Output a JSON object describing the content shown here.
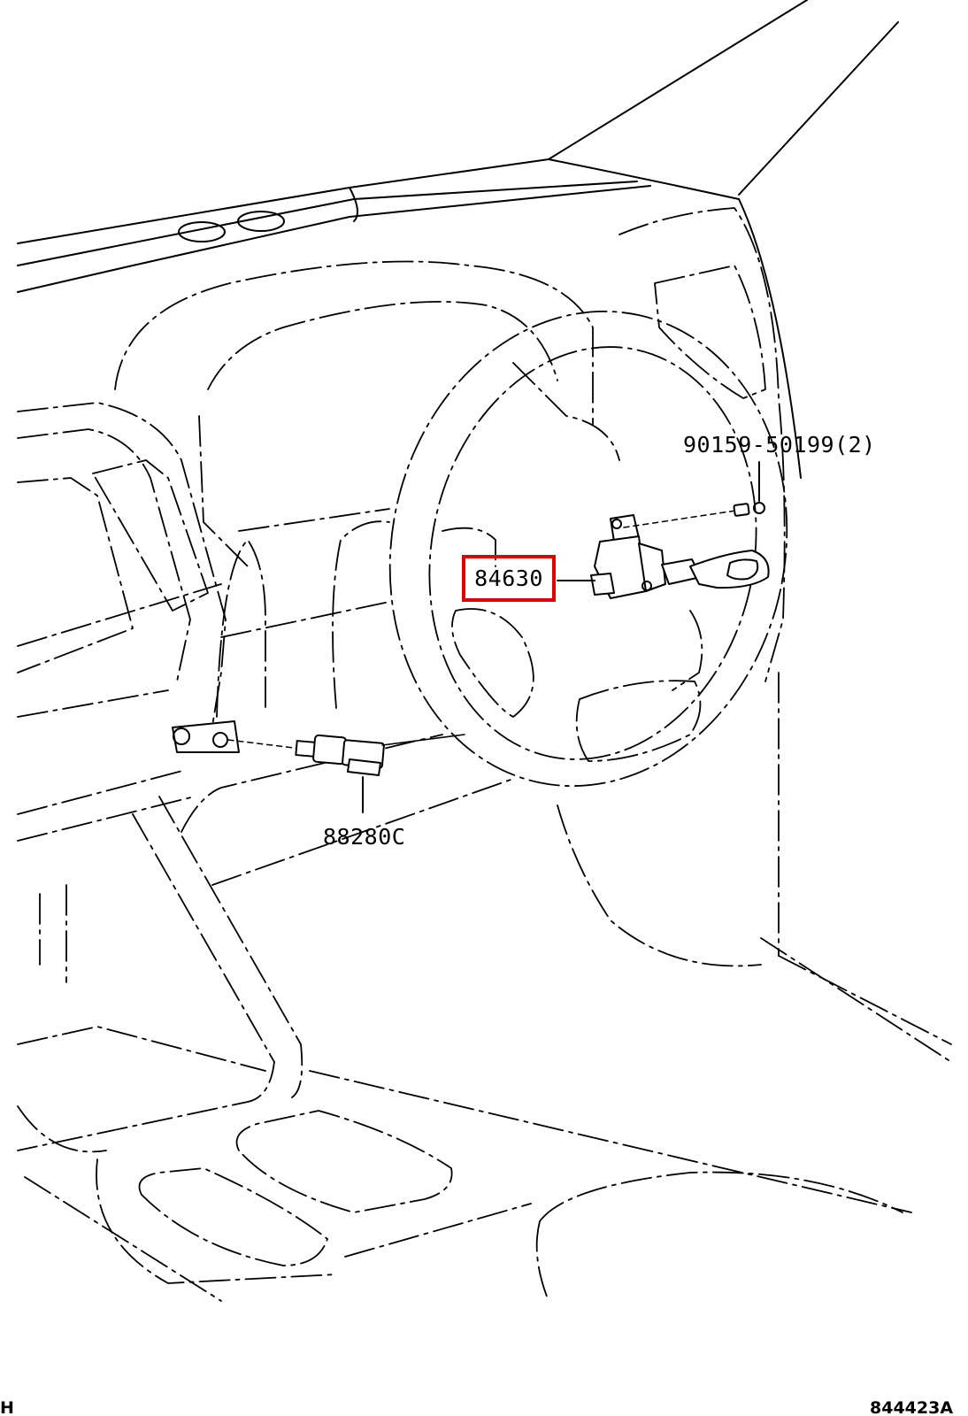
{
  "callouts": {
    "highlighted": {
      "label": "84630",
      "highlight_color": "#e00000"
    },
    "bolt": {
      "label": "90159-50199(2)"
    },
    "stop_lamp_switch": {
      "label": "88280C"
    }
  },
  "footer": {
    "left_mark": "H",
    "illustration_code": "844423A"
  }
}
